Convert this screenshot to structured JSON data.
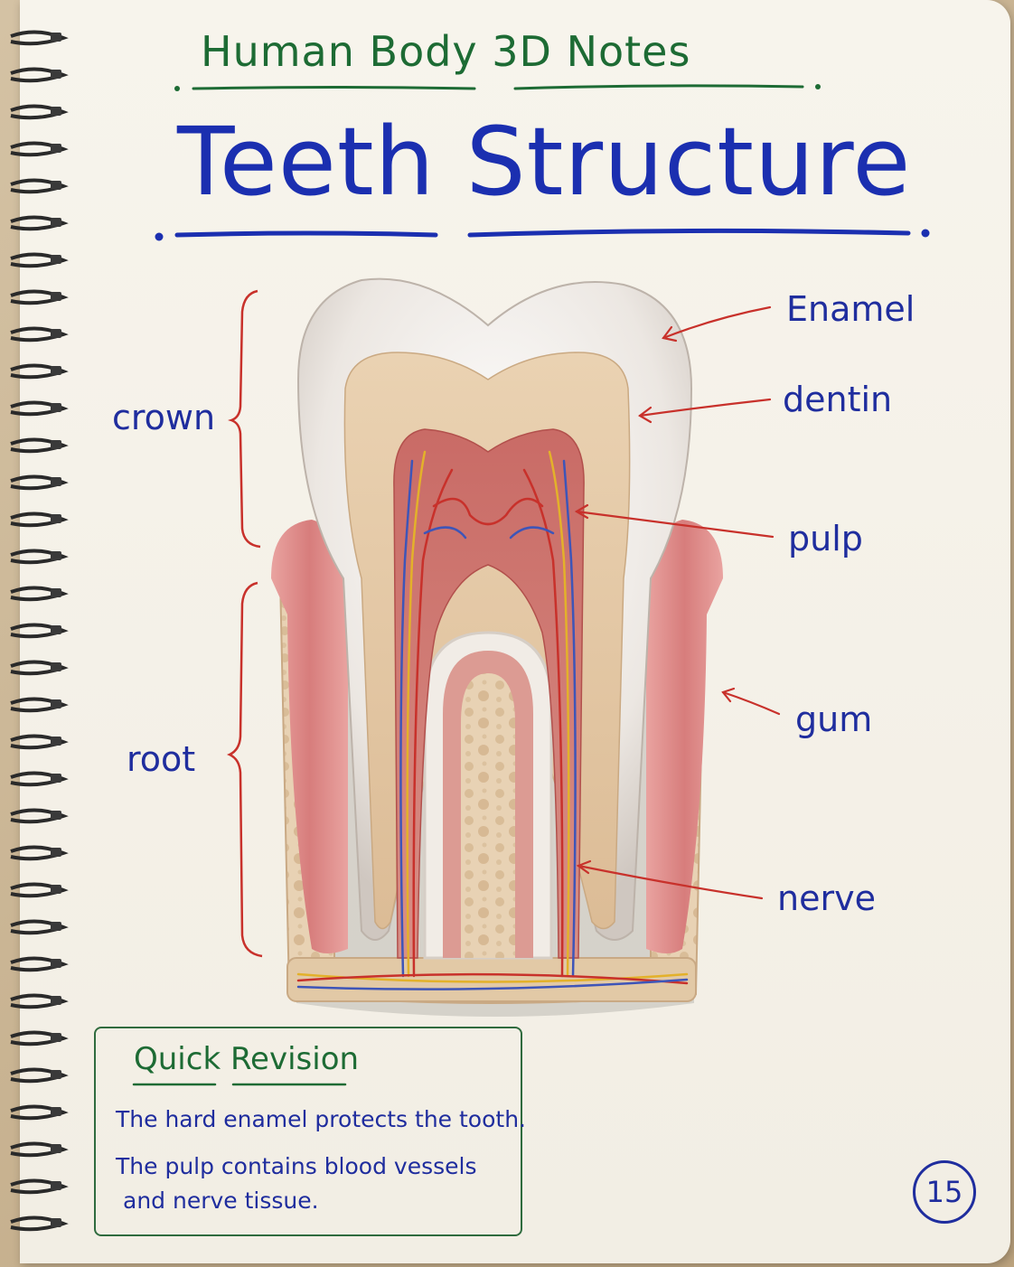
{
  "header": {
    "subtitle": "Human Body 3D Notes",
    "title": "Teeth Structure"
  },
  "diagram": {
    "labels": {
      "enamel": "Enamel",
      "dentin": "dentin",
      "pulp": "pulp",
      "gum": "gum",
      "nerve": "nerve"
    },
    "regions": {
      "crown": "crown",
      "root": "root"
    }
  },
  "revision": {
    "heading": "Quick Revision",
    "lines": [
      "The hard enamel protects the tooth.",
      "The pulp contains blood vessels",
      "and nerve tissue."
    ]
  },
  "page_number": "15",
  "colors": {
    "ink_blue": "#1f2d9e",
    "ink_green": "#1d6b34",
    "ink_red": "#c8312b",
    "paper": "#f5f2ea"
  }
}
